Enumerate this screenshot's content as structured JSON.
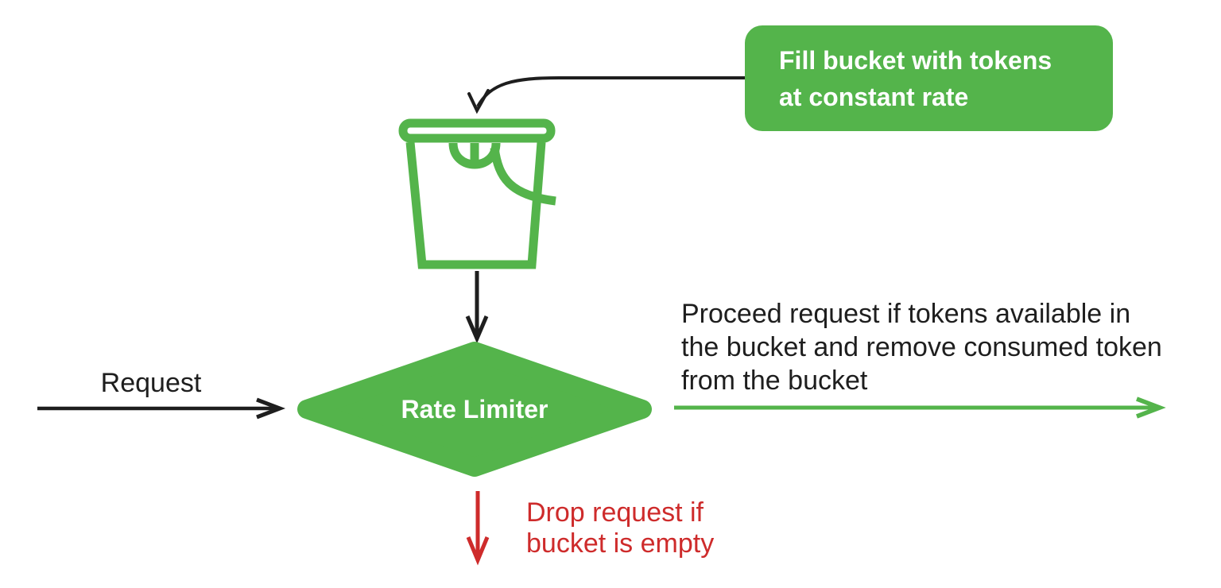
{
  "colors": {
    "green": "#54b44b",
    "red": "#ce2b2b",
    "ink": "#1e1e1e",
    "white": "#ffffff"
  },
  "nodes": {
    "fill_box": {
      "lines": [
        "Fill bucket with tokens",
        "at constant rate"
      ]
    },
    "rate_limiter": {
      "label": "Rate Limiter"
    },
    "bucket": {
      "icon": "bucket-icon"
    }
  },
  "edges": {
    "request": {
      "label": "Request"
    },
    "proceed": {
      "lines": [
        "Proceed request if tokens available in",
        "the bucket and remove consumed token",
        "from the bucket"
      ]
    },
    "drop": {
      "lines": [
        "Drop request if",
        "bucket is empty"
      ]
    }
  }
}
